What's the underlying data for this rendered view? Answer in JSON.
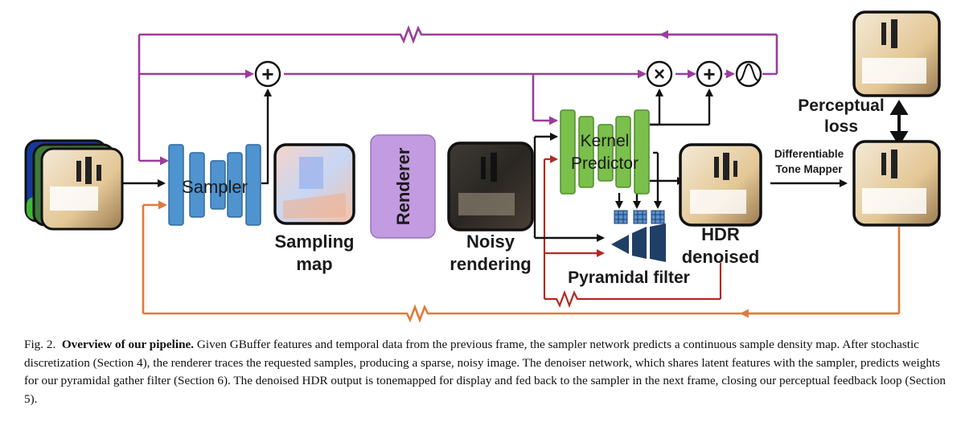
{
  "labels": {
    "sampler": "Sampler",
    "renderer": "Renderer",
    "kernel_predictor_line1": "Kernel",
    "kernel_predictor_line2": "Predictor",
    "sampling_map_line1": "Sampling",
    "sampling_map_line2": "map",
    "noisy_line1": "Noisy",
    "noisy_line2": "rendering",
    "pyramidal_filter": "Pyramidal filter",
    "hdr_line1": "HDR",
    "hdr_line2": "denoised",
    "tone_mapper_line1": "Differentiable",
    "tone_mapper_line2": "Tone Mapper",
    "perceptual_line1": "Perceptual",
    "perceptual_line2": "loss",
    "plus": "+",
    "times": "×"
  },
  "caption": {
    "prefix": "Fig. 2.",
    "title": "Overview of our pipeline.",
    "body": "Given GBuffer features and temporal data from the previous frame, the sampler network predicts a continuous sample density map. After stochastic discretization (Section 4), the renderer traces the requested samples, producing a sparse, noisy image. The denoiser network, which shares latent features with the sampler, predicts weights for our pyramidal gather filter (Section 6). The denoised HDR output is tonemapped for display and fed back to the sampler in the next frame, closing our perceptual feedback loop (Section 5)."
  },
  "colors": {
    "purple": "#9b3d9b",
    "orange": "#e07a3a",
    "dark_red": "#b22a22",
    "sampler_blue": "#4f93cf",
    "renderer_purple": "#c29be0",
    "kernel_green": "#7bbf4c",
    "filter_navy": "#1f3f66"
  },
  "icons": [
    "add-node-icon",
    "multiply-node-icon",
    "gaussian-node-icon",
    "resistor-icon"
  ]
}
